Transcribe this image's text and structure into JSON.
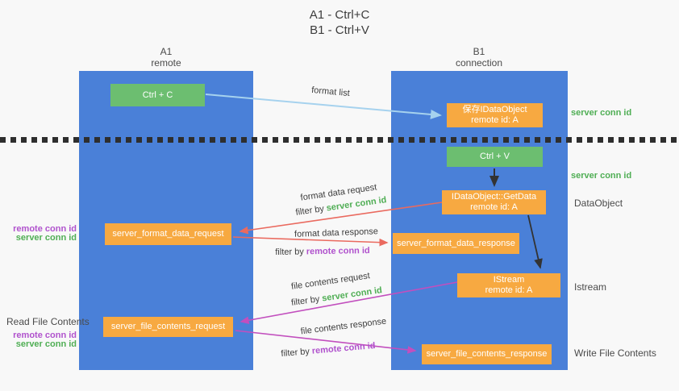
{
  "title": {
    "line1": "A1 - Ctrl+C",
    "line2": "B1 - Ctrl+V"
  },
  "columns": {
    "left": {
      "id": "A1",
      "name": "remote"
    },
    "right": {
      "id": "B1",
      "name": "connection"
    }
  },
  "boxes": {
    "ctrl_c": {
      "label": "Ctrl + C"
    },
    "ctrl_v": {
      "label": "Ctrl + V"
    },
    "save_idataobject": {
      "line1": "保存IDataObject",
      "line2": "remote id: A"
    },
    "getdata": {
      "line1": "IDataObject::GetData",
      "line2": "remote id: A"
    },
    "istream": {
      "line1": "IStream",
      "line2": "remote id: A"
    },
    "format_request": {
      "label": "server_format_data_request"
    },
    "format_response": {
      "label": "server_format_data_response"
    },
    "file_request": {
      "label": "server_file_contents_request"
    },
    "file_response": {
      "label": "server_file_contents_response"
    }
  },
  "side_labels": {
    "server_conn_id_top": "server conn id",
    "server_conn_id_mid": "server conn id",
    "dataobject": "DataObject",
    "istream": "Istream",
    "write_file_contents": "Write File Contents",
    "read_file_contents": "Read File Contents",
    "format_pair": {
      "remote": "remote conn id",
      "server": "server conn id"
    },
    "file_pair": {
      "remote": "remote conn id",
      "server": "server conn id"
    }
  },
  "arrow_labels": {
    "format_list": "format list",
    "format_data_request": "format data request",
    "format_request_filter": {
      "prefix": "filter by ",
      "value": "server conn id"
    },
    "format_data_response": "format data response",
    "format_response_filter": {
      "prefix": "filter by ",
      "value": "remote conn id"
    },
    "file_contents_request": "file contents request",
    "file_request_filter": {
      "prefix": "filter by ",
      "value": "server conn id"
    },
    "file_contents_response": "file contents response",
    "file_response_filter": {
      "prefix": "filter by ",
      "value": "remote conn id"
    }
  },
  "colors": {
    "column_blue": "#4a80d8",
    "box_green": "#6cbe70",
    "box_orange": "#f7a941",
    "arrow_light_blue": "#a6d2ee",
    "arrow_red": "#ea6a5f",
    "arrow_magenta": "#c24fbe",
    "arrow_black": "#333333",
    "conn_green": "#4fae54",
    "conn_purple": "#b052cd"
  }
}
